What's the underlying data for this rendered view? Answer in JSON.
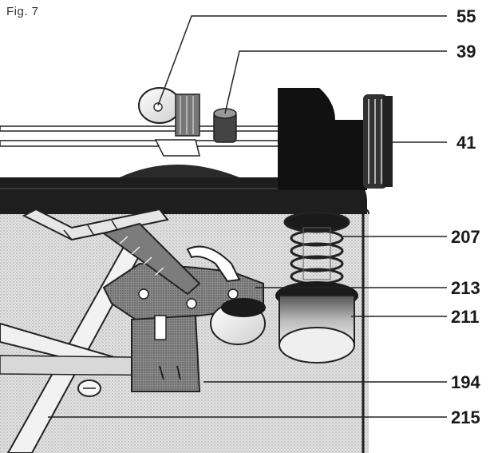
{
  "figure": {
    "label": "Fig. 7",
    "callouts": [
      {
        "id": "c55",
        "text": "55"
      },
      {
        "id": "c39",
        "text": "39"
      },
      {
        "id": "c41",
        "text": "41"
      },
      {
        "id": "c207",
        "text": "207"
      },
      {
        "id": "c213",
        "text": "213"
      },
      {
        "id": "c211",
        "text": "211"
      },
      {
        "id": "c194",
        "text": "194"
      },
      {
        "id": "c215",
        "text": "215"
      }
    ]
  }
}
